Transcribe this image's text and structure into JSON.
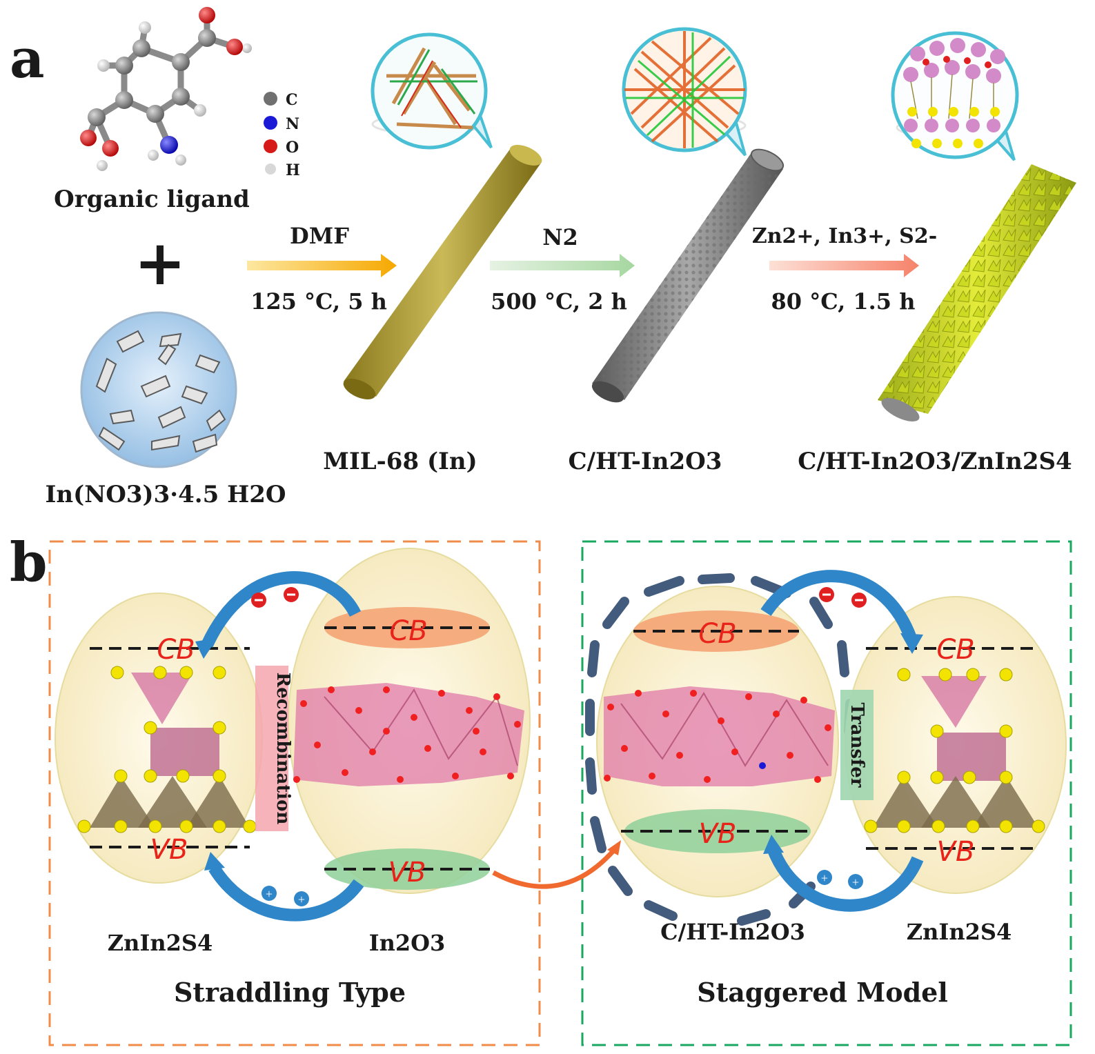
{
  "panel_a": {
    "label": "a",
    "ligand_label": "Organic ligand",
    "plus": "+",
    "salt_label": "In(NO3)3·4.5 H2O",
    "legend": [
      {
        "symbol": "C",
        "color": "#707070"
      },
      {
        "symbol": "N",
        "color": "#1a1ad6"
      },
      {
        "symbol": "O",
        "color": "#d61a1a"
      },
      {
        "symbol": "H",
        "color": "#d8d8d8"
      }
    ],
    "step1": {
      "top": "DMF",
      "bottom": "125 °C, 5 h"
    },
    "step2": {
      "top": "N2",
      "bottom": "500 °C, 2 h"
    },
    "step3": {
      "top": "Zn2+, In3+, S2-",
      "bottom": "80 °C, 1.5 h"
    },
    "product1": "MIL-68 (In)",
    "product2": "C/HT-In2O3",
    "product3": "C/HT-In2O3/ZnIn2S4"
  },
  "panel_b": {
    "label": "b",
    "left": {
      "title": "Straddling Type",
      "mat1": "ZnIn2S4",
      "mat2": "In2O3",
      "process": "Recombination",
      "cb": "CB",
      "vb": "VB"
    },
    "right": {
      "title": "Staggered Model",
      "mat1": "C/HT-In2O3",
      "mat2": "ZnIn2S4",
      "process": "Transfer",
      "cb": "CB",
      "vb": "VB"
    }
  },
  "colors": {
    "left_border": "#f08c4a",
    "right_border": "#1aa860",
    "arrow_blue": "#2f86c8",
    "band_cb": "#f5a070",
    "band_vb": "#8fd09a",
    "sphere": "#fbf4d8"
  }
}
